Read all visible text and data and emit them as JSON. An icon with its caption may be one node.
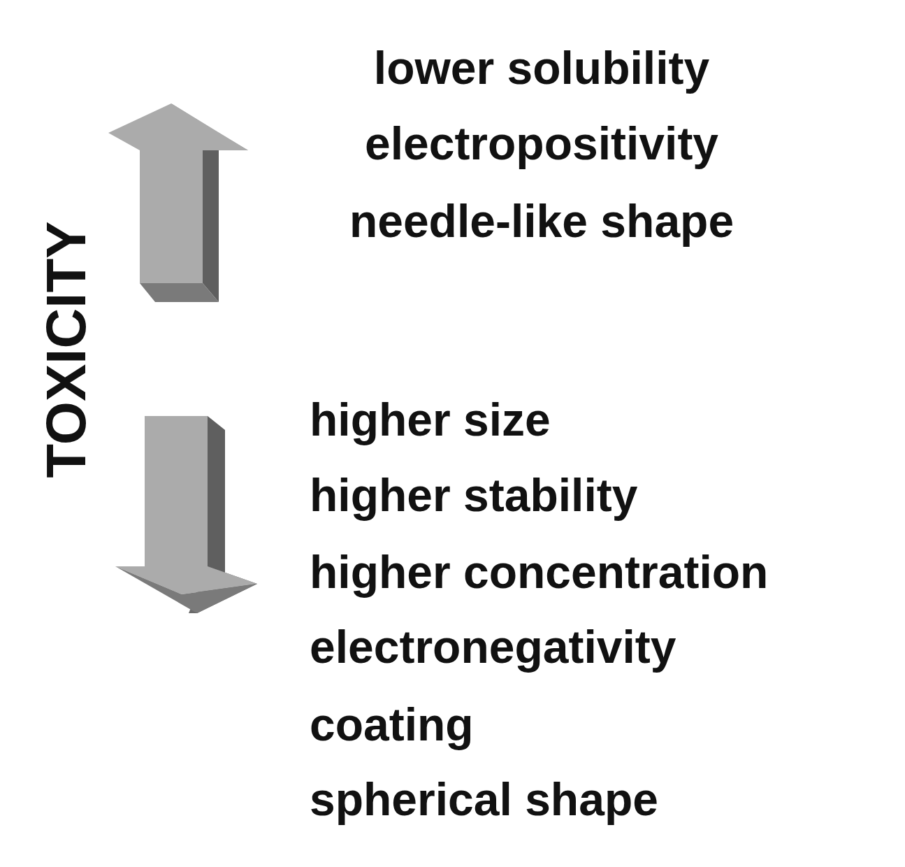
{
  "diagram": {
    "labels": [
      "TOXICITY",
      "lower solubility",
      "electropositivity",
      "needle-like shape",
      "higher size",
      "higher stability",
      "higher concentration",
      "electronegativity",
      "coating",
      "spherical shape"
    ]
  }
}
